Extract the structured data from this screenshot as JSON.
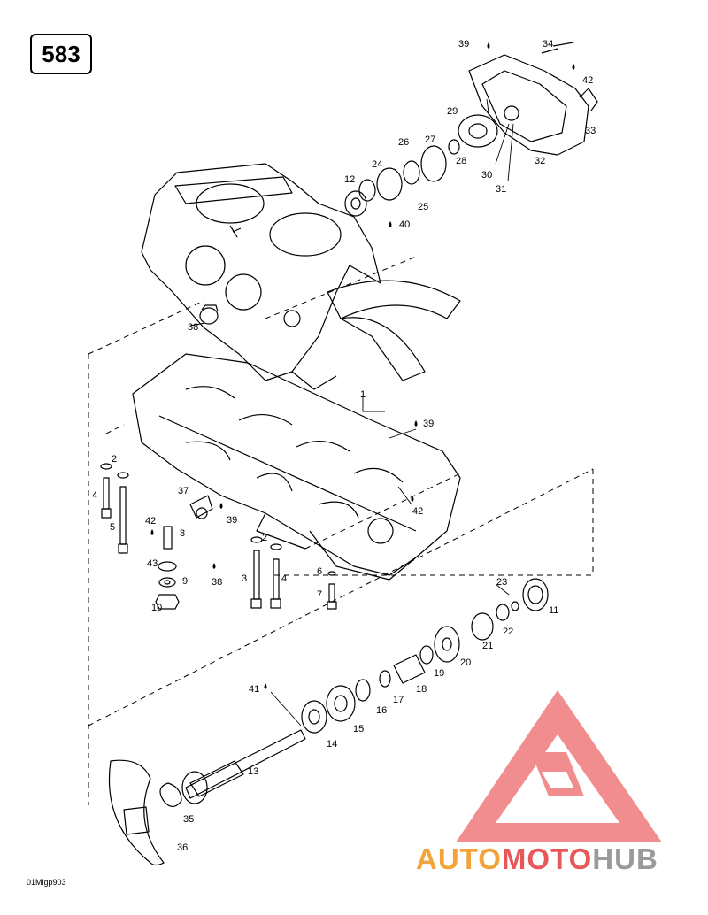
{
  "page_number": "583",
  "drawing_code": "01Mlgp903",
  "watermark": {
    "part_auto": "AUTO",
    "part_moto": "MOTO",
    "part_hub": "HUB",
    "colors": {
      "auto": "#f2a43a",
      "moto": "#e8585a",
      "hub": "#9a9a9a",
      "logo": "#e8585a"
    }
  },
  "callouts": [
    {
      "label": "1"
    },
    {
      "label": "2"
    },
    {
      "label": "2"
    },
    {
      "label": "3"
    },
    {
      "label": "4"
    },
    {
      "label": "4"
    },
    {
      "label": "5"
    },
    {
      "label": "6"
    },
    {
      "label": "7"
    },
    {
      "label": "8"
    },
    {
      "label": "9"
    },
    {
      "label": "10"
    },
    {
      "label": "11"
    },
    {
      "label": "12"
    },
    {
      "label": "13"
    },
    {
      "label": "14"
    },
    {
      "label": "15"
    },
    {
      "label": "16"
    },
    {
      "label": "17"
    },
    {
      "label": "18"
    },
    {
      "label": "19"
    },
    {
      "label": "20"
    },
    {
      "label": "21"
    },
    {
      "label": "22"
    },
    {
      "label": "23"
    },
    {
      "label": "24"
    },
    {
      "label": "25"
    },
    {
      "label": "26"
    },
    {
      "label": "27"
    },
    {
      "label": "28"
    },
    {
      "label": "29"
    },
    {
      "label": "30"
    },
    {
      "label": "31"
    },
    {
      "label": "32"
    },
    {
      "label": "33"
    },
    {
      "label": "34"
    },
    {
      "label": "35"
    },
    {
      "label": "36"
    },
    {
      "label": "37"
    },
    {
      "label": "38"
    },
    {
      "label": "38"
    },
    {
      "label": "39"
    },
    {
      "label": "39"
    },
    {
      "label": "39"
    },
    {
      "label": "40"
    },
    {
      "label": "41"
    },
    {
      "label": "42"
    },
    {
      "label": "42"
    },
    {
      "label": "42"
    },
    {
      "label": "43"
    }
  ]
}
